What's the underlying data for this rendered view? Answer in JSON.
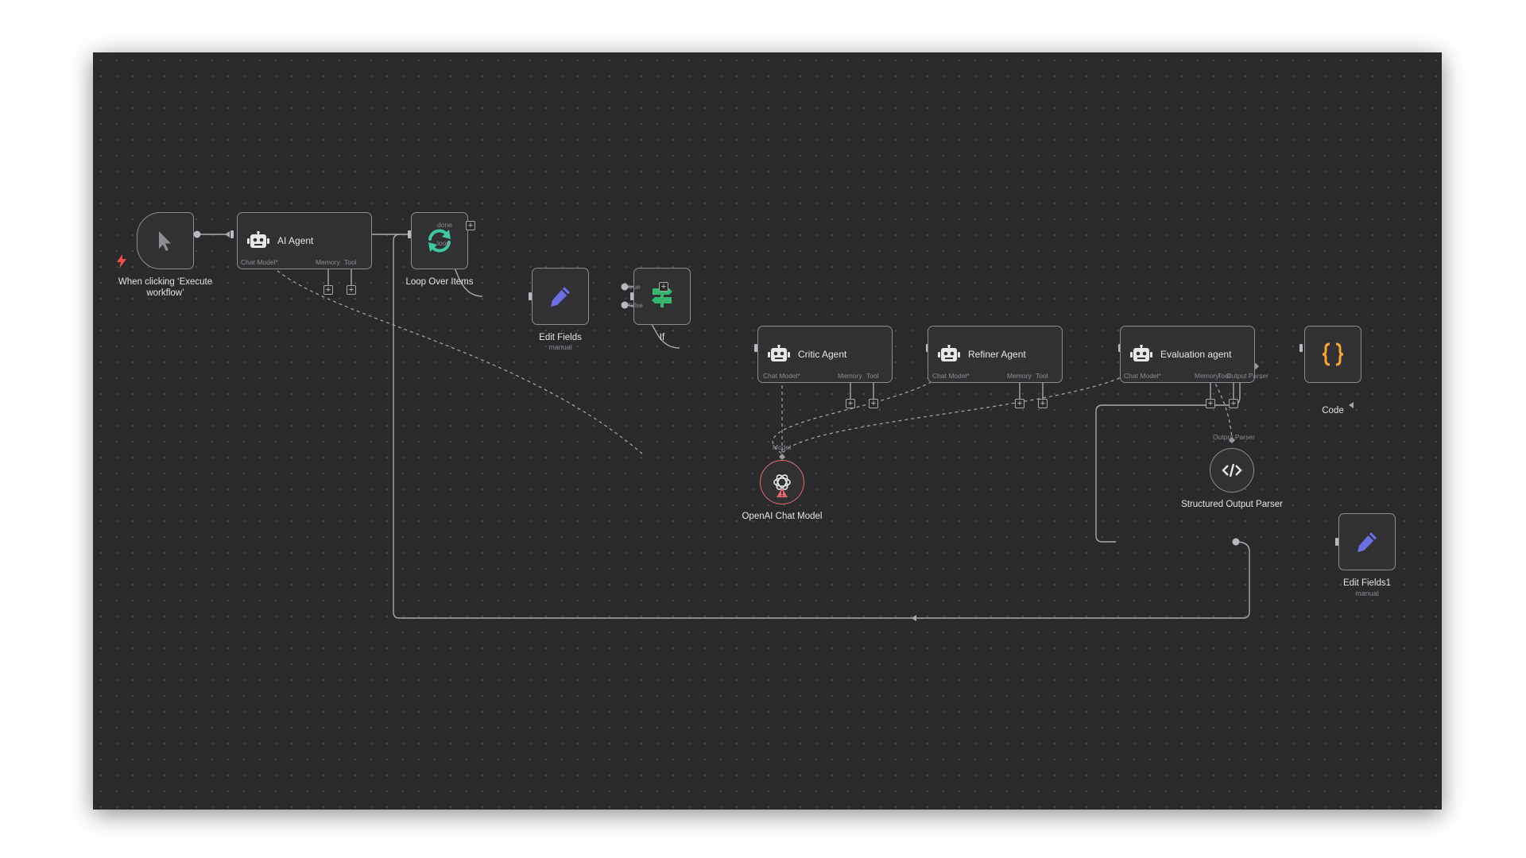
{
  "nodes": {
    "trigger": {
      "label": "When clicking ‘Execute workflow’"
    },
    "ai_agent": {
      "title": "AI Agent",
      "ports": [
        "Chat Model*",
        "Memory",
        "Tool"
      ]
    },
    "loop": {
      "label": "Loop Over Items",
      "outputs": [
        "done",
        "loop"
      ]
    },
    "edit_fields": {
      "label": "Edit Fields",
      "sub": "manual"
    },
    "if_node": {
      "label": "If",
      "outputs": [
        "true",
        "false"
      ]
    },
    "critic": {
      "title": "Critic Agent",
      "ports": [
        "Chat Model*",
        "Memory",
        "Tool"
      ]
    },
    "refiner": {
      "title": "Refiner Agent",
      "ports": [
        "Chat Model*",
        "Memory",
        "Tool"
      ]
    },
    "evaluation": {
      "title": "Evaluation agent",
      "ports": [
        "Chat Model*",
        "Memory",
        "Tool",
        "Output Parser"
      ]
    },
    "code": {
      "label": "Code"
    },
    "openai": {
      "label": "OpenAI Chat Model",
      "port": "Model"
    },
    "parser": {
      "label": "Structured Output Parser",
      "port": "Output Parser"
    },
    "edit_fields1": {
      "label": "Edit Fields1",
      "sub": "manual"
    }
  },
  "colors": {
    "canvas": "#2a2a2c",
    "node_border": "#8a8a8f",
    "wire": "#a9a9ad",
    "trigger_bolt": "#ef4b4b",
    "loop_icon": "#3fc7a0",
    "if_icon": "#35b56d",
    "pencil": "#6b6fe0",
    "code_icon": "#f5a33b",
    "error": "#e06a6f"
  },
  "icons": {
    "trigger": "cursor-icon",
    "agent": "robot-icon",
    "loop": "refresh-icon",
    "edit": "pencil-icon",
    "if": "signpost-icon",
    "code": "braces-icon",
    "openai": "openai-icon",
    "parser": "code-tag-icon",
    "warning": "warning-icon",
    "bolt": "lightning-icon"
  }
}
